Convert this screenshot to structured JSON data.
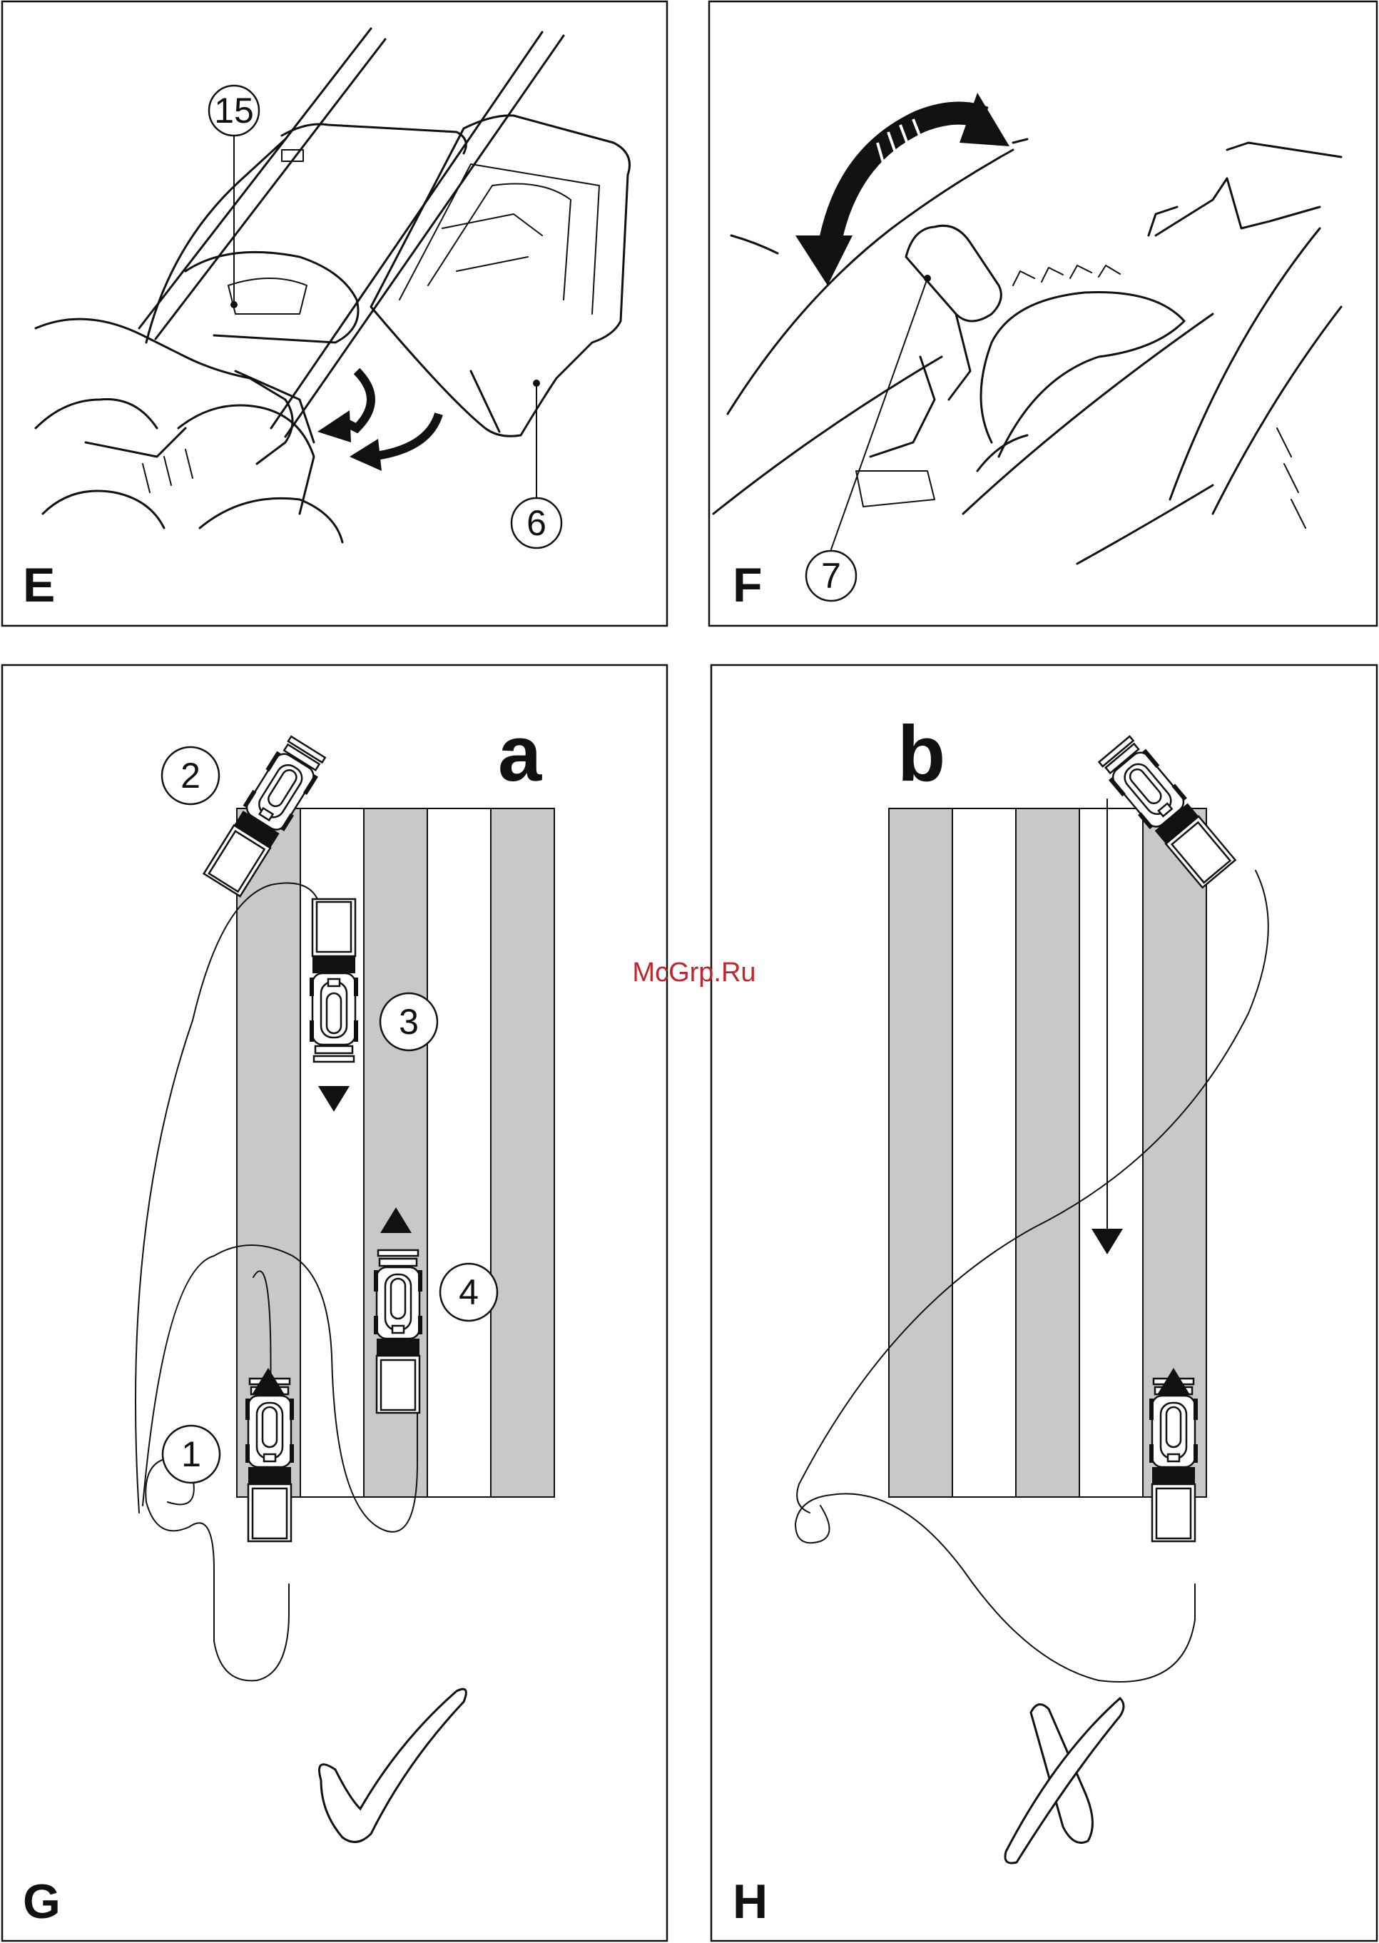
{
  "watermark": "McGrp.Ru",
  "panels": {
    "E": {
      "letter": "E",
      "callouts": [
        "15",
        "6"
      ]
    },
    "F": {
      "letter": "F",
      "callouts": [
        "7"
      ]
    },
    "G": {
      "letter": "G",
      "scenario": "a",
      "callouts": [
        "1",
        "2",
        "3",
        "4"
      ],
      "verdict": "correct"
    },
    "H": {
      "letter": "H",
      "scenario": "b",
      "verdict": "incorrect"
    }
  },
  "icons": [
    "curved-arrow-icon",
    "check-mark-icon",
    "cross-mark-icon",
    "direction-arrow-icon",
    "lawn-mower-icon"
  ],
  "colors": {
    "stripe": "#c8c8c8",
    "ink": "#111111",
    "watermark": "#c0262d"
  }
}
